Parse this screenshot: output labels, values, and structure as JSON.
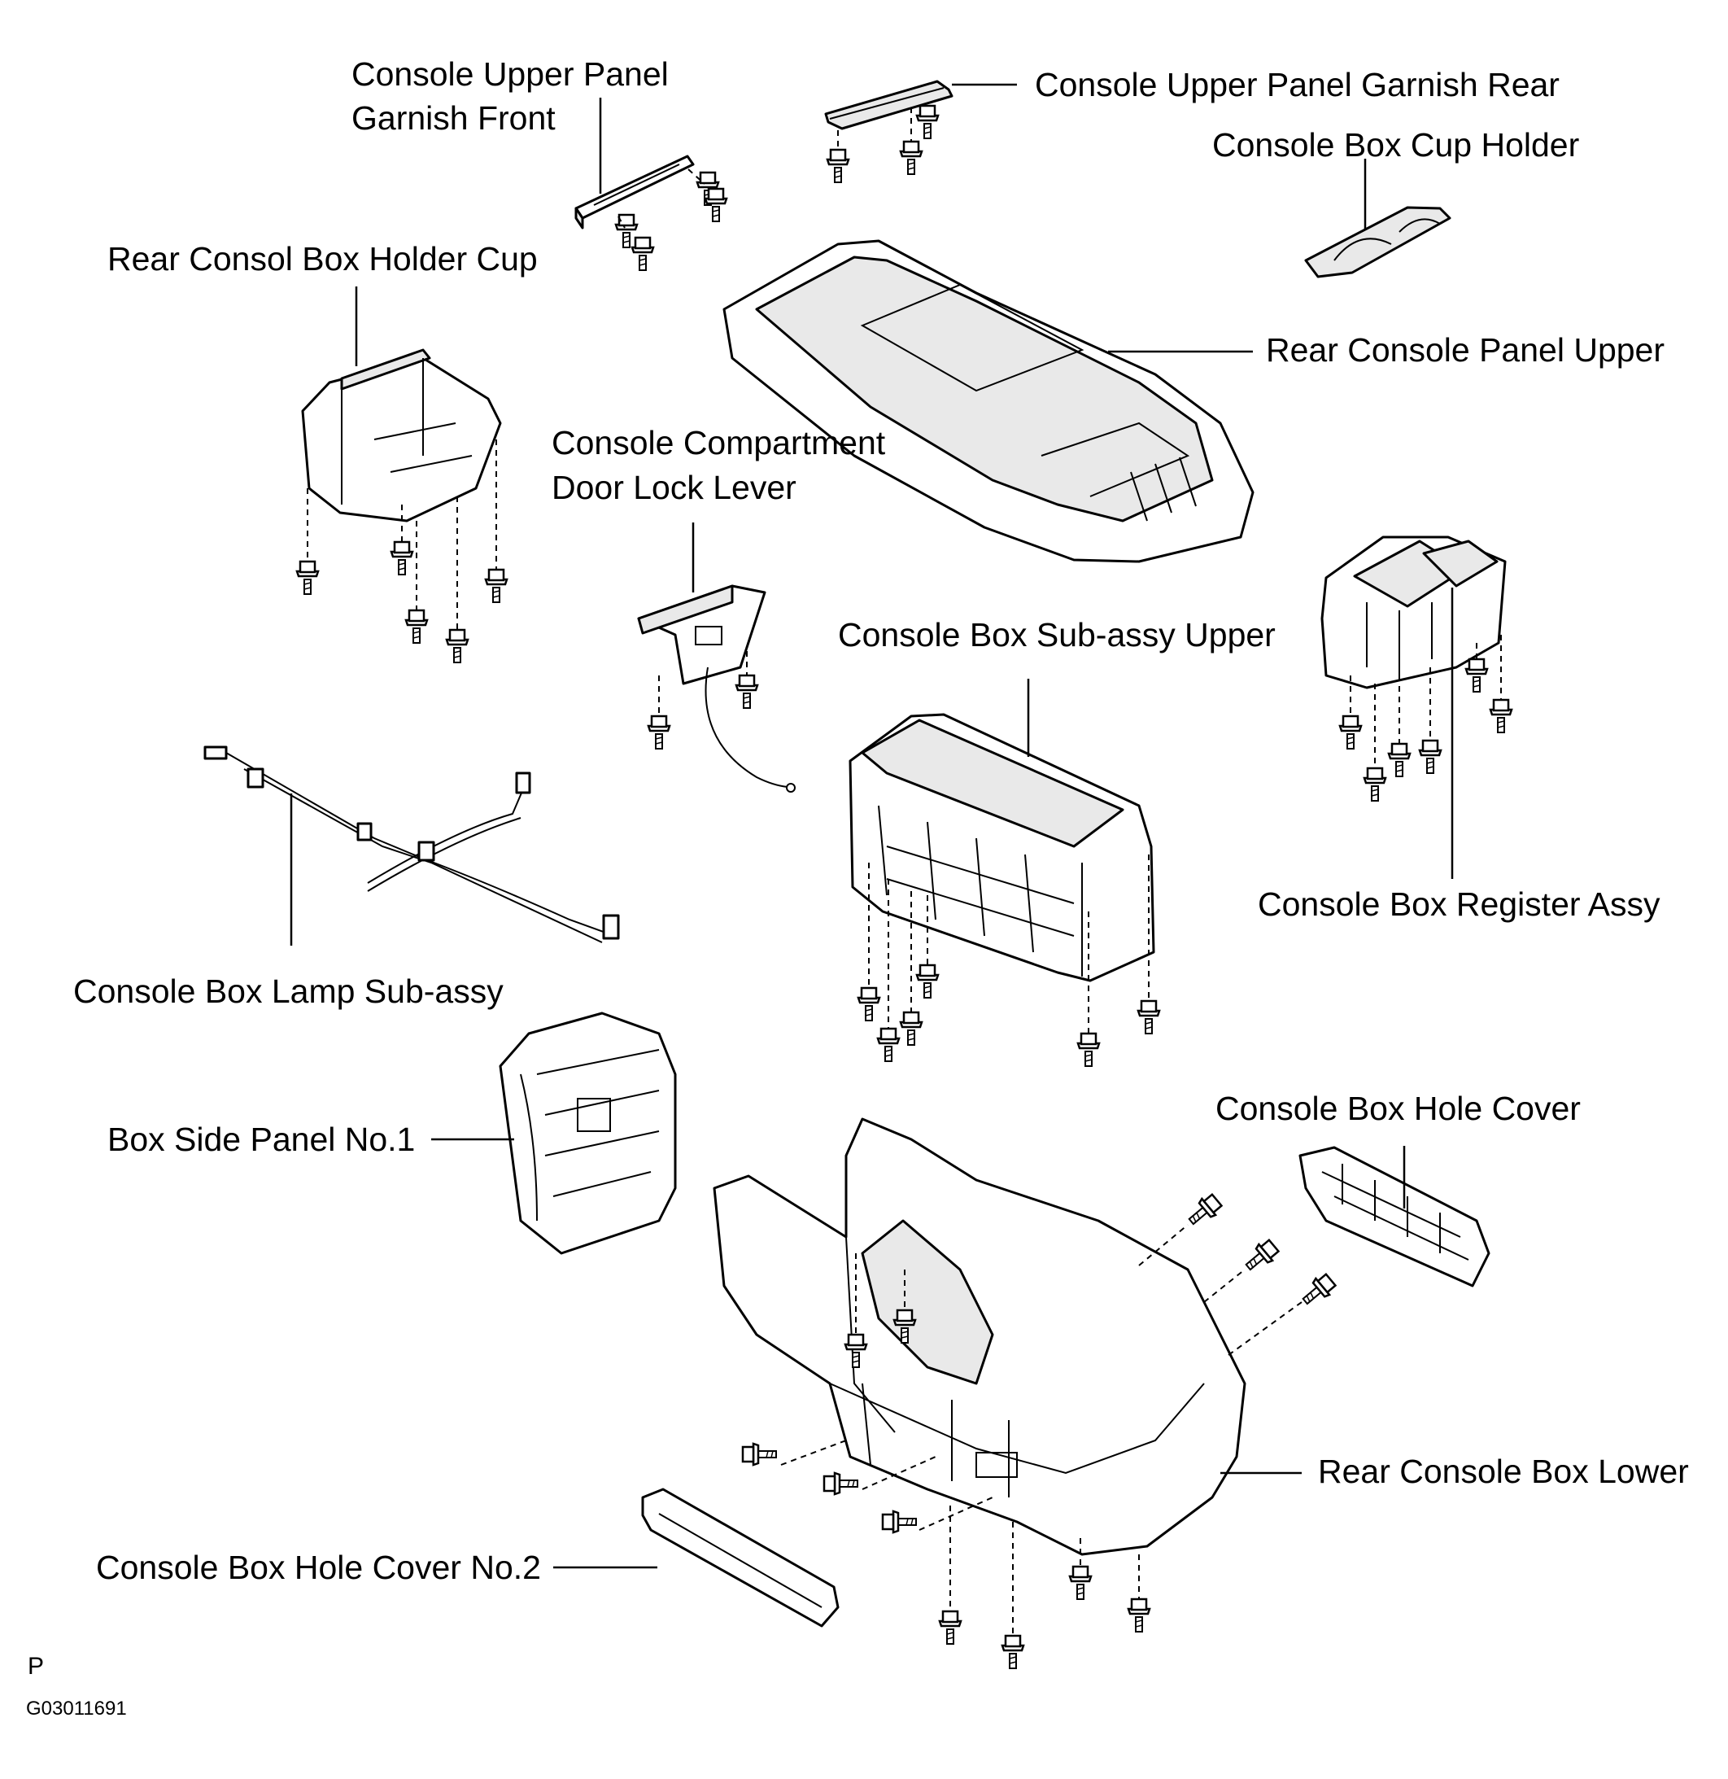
{
  "labels": {
    "garnish_front_l1": "Console Upper Panel",
    "garnish_front_l2": "Garnish Front",
    "garnish_rear": "Console Upper Panel Garnish Rear",
    "cup_holder": "Console Box Cup Holder",
    "rear_holder_cup": "Rear Consol Box Holder Cup",
    "panel_upper": "Rear Console Panel Upper",
    "door_lock_l1": "Console Compartment",
    "door_lock_l2": "Door Lock Lever",
    "sub_assy_upper": "Console Box Sub-assy Upper",
    "register_assy": "Console Box Register Assy",
    "lamp_sub_assy": "Console Box Lamp Sub-assy",
    "side_panel": "Box Side Panel No.1",
    "hole_cover": "Console Box Hole Cover",
    "box_lower": "Rear Console Box Lower",
    "hole_cover_no2": "Console Box Hole Cover No.2"
  },
  "footer": {
    "mark": "P",
    "figure_code": "G03011691"
  }
}
